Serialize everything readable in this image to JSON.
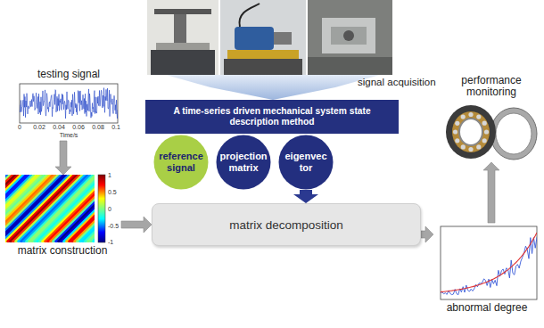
{
  "diagram": {
    "nodes": [
      {
        "text": [
          "signal acquisition"
        ]
      },
      {
        "text": [
          "A time-series driven mechanical system state description method"
        ]
      },
      {
        "text": [
          "reference signal"
        ]
      },
      {
        "text": [
          "projection matrix"
        ]
      },
      {
        "text": [
          "eigenvector"
        ]
      },
      {
        "text": [
          "matrix decomposition"
        ]
      },
      {
        "text": [
          "testing signal"
        ]
      },
      {
        "text": [
          "matrix construction"
        ]
      },
      {
        "text": [
          "abnormal degree"
        ]
      },
      {
        "text": [
          "performance monitoring"
        ]
      }
    ],
    "edges": [
      {
        "from": 0,
        "to": 1,
        "arrow": "to"
      },
      {
        "from": 2,
        "to": 3,
        "arrow": "to"
      },
      {
        "from": 3,
        "to": 4,
        "arrow": "to"
      },
      {
        "from": 4,
        "to": 5,
        "arrow": "to"
      },
      {
        "from": 6,
        "to": 7,
        "arrow": "to"
      },
      {
        "from": 7,
        "to": 5,
        "arrow": "to"
      },
      {
        "from": 5,
        "to": 8,
        "arrow": "to"
      },
      {
        "from": 8,
        "to": 9,
        "arrow": "to"
      }
    ],
    "labels": [
      "0",
      "0.02",
      "0.04",
      "0.06",
      "0.08",
      "0.1",
      "Time/s",
      "1",
      "0.5",
      "0",
      "-0.5",
      "-1"
    ]
  }
}
